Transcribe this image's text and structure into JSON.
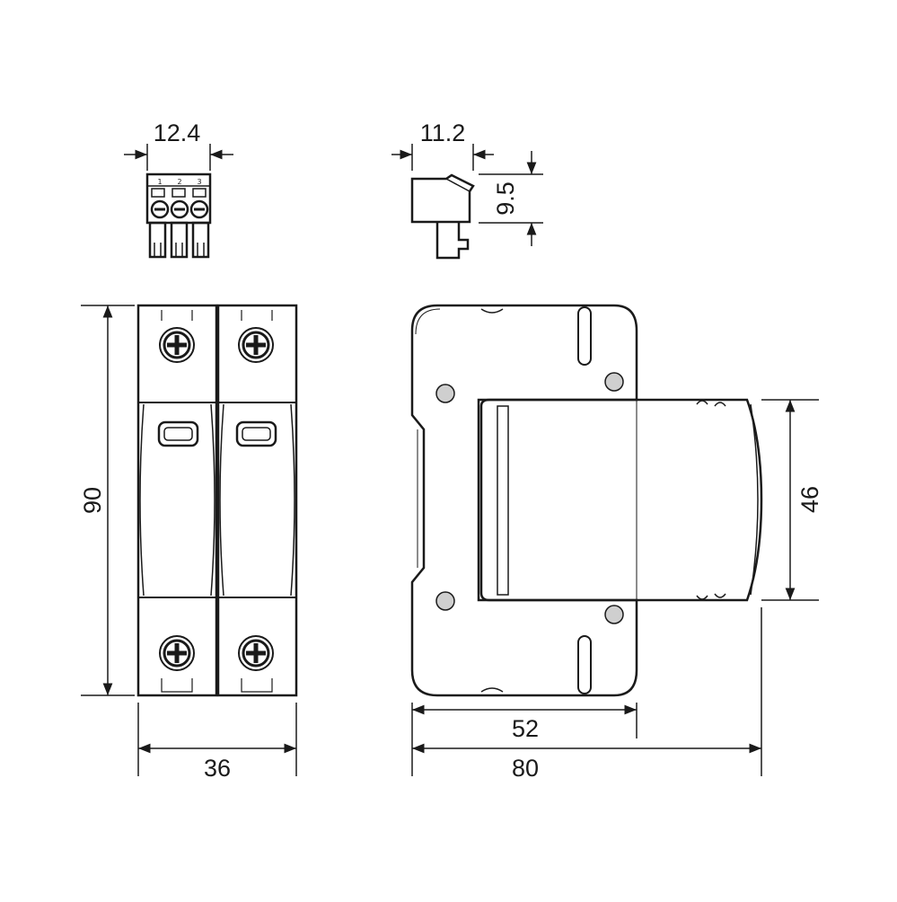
{
  "dimensions": {
    "connector_front_width": "12.4",
    "connector_side_width": "11.2",
    "connector_side_height": "9.5",
    "front_height": "90",
    "front_width": "36",
    "side_body_height": "46",
    "side_mount_depth": "52",
    "side_total_depth": "80"
  },
  "connector_pins": [
    "1",
    "2",
    "3"
  ],
  "colors": {
    "line": "#1a1a1a",
    "background": "#ffffff",
    "terminal_fill": "#cfcfcf"
  }
}
